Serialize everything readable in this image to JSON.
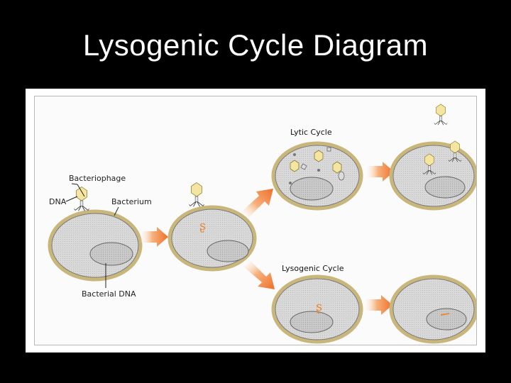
{
  "slide": {
    "title": "Lysogenic Cycle Diagram"
  },
  "diagram": {
    "labels": {
      "bacteriophage": "Bacteriophage",
      "dna": "DNA",
      "bacterium": "Bacterium",
      "bacterial_dna": "Bacterial DNA",
      "lytic_cycle": "Lytic Cycle",
      "lysogenic_cycle": "Lysogenic Cycle"
    },
    "colors": {
      "cell_wall": "#c9b67a",
      "cytoplasm": "#d6d6d6",
      "nucleoid": "#c8c8c8",
      "arrow": "#f08a3a",
      "phage_head": "#f4e6a0",
      "viral_dna": "#e58a3a",
      "background": "#000000",
      "title": "#ffffff"
    }
  }
}
